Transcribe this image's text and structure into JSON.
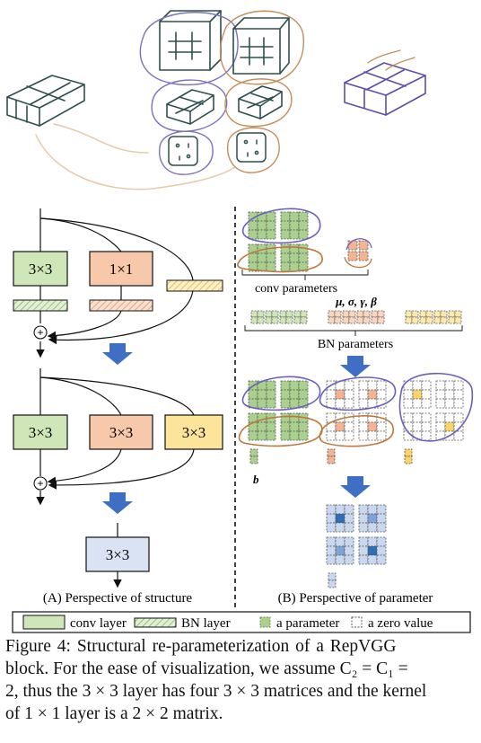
{
  "structure": {
    "block1": {
      "conv3x3": "3×3",
      "conv1x1": "1×1",
      "sum_symbol": "+"
    },
    "block2": {
      "conv3x3_a": "3×3",
      "conv3x3_b": "3×3",
      "conv3x3_c": "3×3",
      "sum_symbol": "+"
    },
    "block3": {
      "conv3x3": "3×3"
    },
    "label": "(A) Perspective of structure"
  },
  "parameters": {
    "conv_label": "conv parameters",
    "bn_symbols": "μ,  σ,  γ,  β",
    "bn_label": "BN parameters",
    "bias_symbol": "b",
    "label": "(B) Perspective of parameter"
  },
  "legend": {
    "conv": "conv layer",
    "bn": "BN layer",
    "param": "a parameter",
    "zero": "a zero value"
  },
  "colors": {
    "conv_green": "#cfe6b8",
    "conv_orange": "#f7c8aa",
    "conv_yellow": "#fce49a",
    "conv_blue": "#dae3f4",
    "arrow_blue": "#3e6fc4",
    "kernel_blue": "#2f6db4"
  },
  "caption": {
    "lead": "Figure 4:  Structural re-parameterization of a RepVGG",
    "line2": "block. For the ease of visualization, we assume C₂ = C₁ =",
    "line3": "2, thus the 3 × 3 layer has four 3 × 3 matrices and the kernel",
    "line4": "of 1 × 1 layer is a 2 × 2 matrix."
  }
}
